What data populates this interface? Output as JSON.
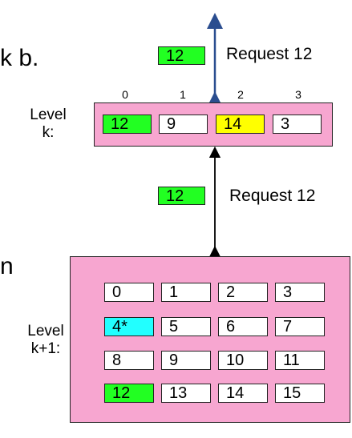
{
  "fragments": {
    "top": "k b.",
    "middle": "n"
  },
  "colors": {
    "panel": "#f7a6d0",
    "green": "#22ff22",
    "yellow": "#ffff00",
    "cyan": "#22ffff",
    "arrow_top": "#2a4d8f",
    "arrow_mid": "#000000"
  },
  "top_request": {
    "value": "12",
    "label": "Request 12"
  },
  "middle_request": {
    "value": "12",
    "label": "Request 12"
  },
  "level_k": {
    "label_line1": "Level",
    "label_line2": "k:",
    "indices": [
      "0",
      "1",
      "2",
      "3"
    ],
    "cells": [
      {
        "value": "12",
        "color": "#22ff22"
      },
      {
        "value": "9",
        "color": "#ffffff"
      },
      {
        "value": "14",
        "color": "#ffff00"
      },
      {
        "value": "3",
        "color": "#ffffff"
      }
    ]
  },
  "level_k1": {
    "label_line1": "Level",
    "label_line2": "k+1:",
    "rows": [
      [
        {
          "value": "0",
          "color": "#ffffff"
        },
        {
          "value": "1",
          "color": "#ffffff"
        },
        {
          "value": "2",
          "color": "#ffffff"
        },
        {
          "value": "3",
          "color": "#ffffff"
        }
      ],
      [
        {
          "value": "4*",
          "color": "#22ffff"
        },
        {
          "value": "5",
          "color": "#ffffff"
        },
        {
          "value": "6",
          "color": "#ffffff"
        },
        {
          "value": "7",
          "color": "#ffffff"
        }
      ],
      [
        {
          "value": "8",
          "color": "#ffffff"
        },
        {
          "value": "9",
          "color": "#ffffff"
        },
        {
          "value": "10",
          "color": "#ffffff"
        },
        {
          "value": "11",
          "color": "#ffffff"
        }
      ],
      [
        {
          "value": "12",
          "color": "#22ff22"
        },
        {
          "value": "13",
          "color": "#ffffff"
        },
        {
          "value": "14",
          "color": "#ffffff"
        },
        {
          "value": "15",
          "color": "#ffffff"
        }
      ]
    ]
  }
}
